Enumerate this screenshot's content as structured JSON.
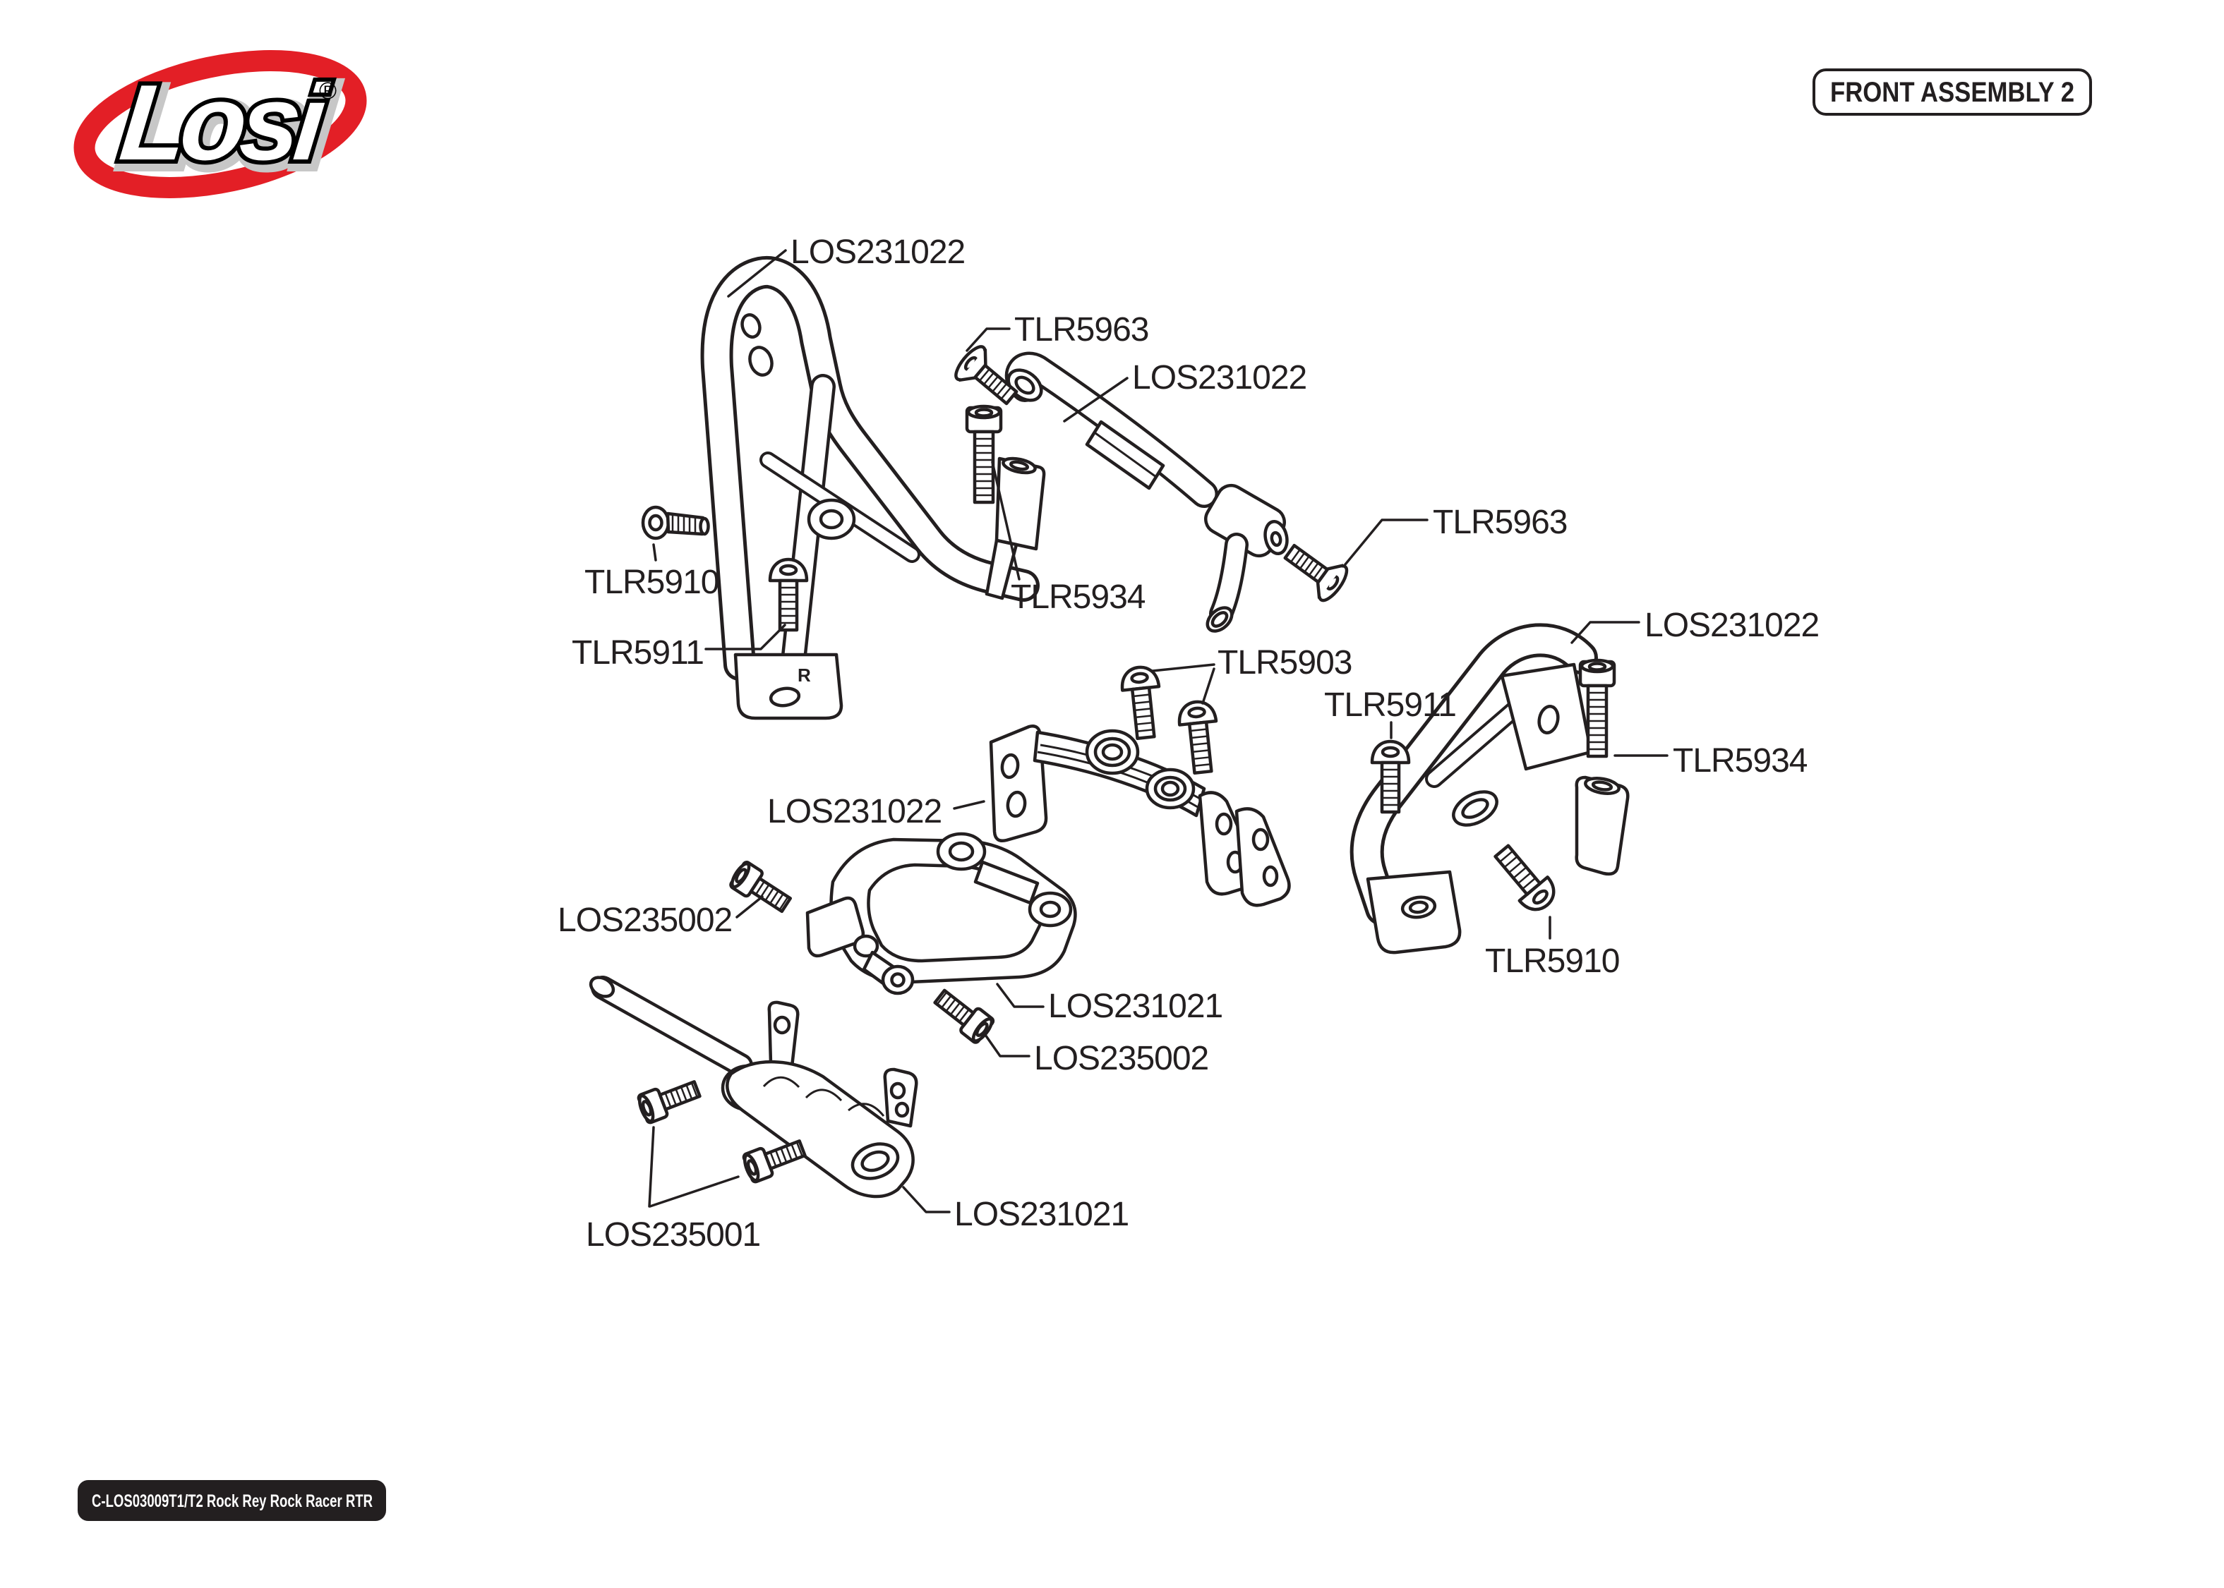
{
  "page": {
    "logo": {
      "brand": "Losi",
      "registered": "®",
      "accent": "#e31f26"
    },
    "title_box": {
      "label": "FRONT ASSEMBLY 2"
    },
    "footer_badge": {
      "label": "C-LOS03009T1/T2 Rock Rey Rock Racer RTR",
      "bg": "#231f20"
    }
  },
  "diagram": {
    "ink": "#231f20",
    "part_marking": "R",
    "labels": [
      {
        "id": "los231022-top",
        "text": "LOS231022"
      },
      {
        "id": "tlr5963-top",
        "text": "TLR5963"
      },
      {
        "id": "los231022-mid",
        "text": "LOS231022"
      },
      {
        "id": "tlr5963-right",
        "text": "TLR5963"
      },
      {
        "id": "los231022-right",
        "text": "LOS231022"
      },
      {
        "id": "tlr5911-right",
        "text": "TLR5911"
      },
      {
        "id": "tlr5934-right",
        "text": "TLR5934"
      },
      {
        "id": "tlr5910-right",
        "text": "TLR5910"
      },
      {
        "id": "tlr5903",
        "text": "TLR5903"
      },
      {
        "id": "tlr5934-left",
        "text": "TLR5934"
      },
      {
        "id": "tlr5910-left",
        "text": "TLR5910"
      },
      {
        "id": "tlr5911-left",
        "text": "TLR5911"
      },
      {
        "id": "los231022-center",
        "text": "LOS231022"
      },
      {
        "id": "los235002-upper",
        "text": "LOS235002"
      },
      {
        "id": "los231021-upper",
        "text": "LOS231021"
      },
      {
        "id": "los235002-lower",
        "text": "LOS235002"
      },
      {
        "id": "los235001",
        "text": "LOS235001"
      },
      {
        "id": "los231021-lower",
        "text": "LOS231021"
      }
    ]
  }
}
